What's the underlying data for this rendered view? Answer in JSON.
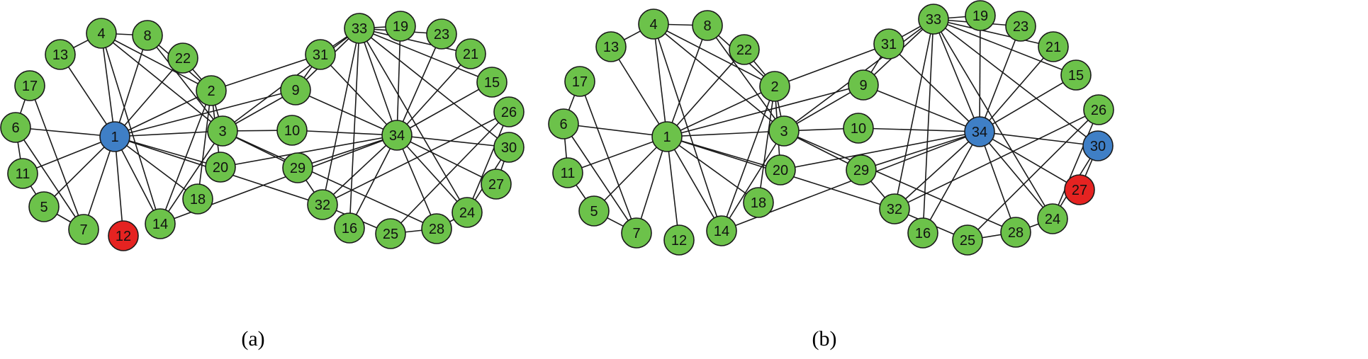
{
  "colors": {
    "default": "#6cc24a",
    "source": "#3f7fc6",
    "target": "#e52321"
  },
  "panels": [
    {
      "caption": "(a)",
      "source_node": "1",
      "target_node": "12",
      "nodes": [
        "1",
        "2",
        "3",
        "4",
        "5",
        "6",
        "7",
        "8",
        "9",
        "10",
        "11",
        "12",
        "13",
        "14",
        "15",
        "16",
        "17",
        "18",
        "19",
        "20",
        "21",
        "22",
        "23",
        "24",
        "25",
        "26",
        "27",
        "28",
        "29",
        "30",
        "31",
        "32",
        "33",
        "34"
      ]
    },
    {
      "caption": "(b)",
      "source_node": "30",
      "target_node": "27",
      "highlight_node": "34",
      "nodes": [
        "1",
        "2",
        "3",
        "4",
        "5",
        "6",
        "7",
        "8",
        "9",
        "10",
        "11",
        "12",
        "13",
        "14",
        "15",
        "16",
        "17",
        "18",
        "19",
        "20",
        "21",
        "22",
        "23",
        "24",
        "25",
        "26",
        "27",
        "28",
        "29",
        "30",
        "31",
        "32",
        "33",
        "34"
      ]
    }
  ],
  "edges": [
    [
      "1",
      "2"
    ],
    [
      "1",
      "3"
    ],
    [
      "1",
      "4"
    ],
    [
      "1",
      "5"
    ],
    [
      "1",
      "6"
    ],
    [
      "1",
      "7"
    ],
    [
      "1",
      "8"
    ],
    [
      "1",
      "9"
    ],
    [
      "1",
      "11"
    ],
    [
      "1",
      "12"
    ],
    [
      "1",
      "13"
    ],
    [
      "1",
      "14"
    ],
    [
      "1",
      "18"
    ],
    [
      "1",
      "20"
    ],
    [
      "1",
      "22"
    ],
    [
      "1",
      "32"
    ],
    [
      "2",
      "3"
    ],
    [
      "2",
      "4"
    ],
    [
      "2",
      "8"
    ],
    [
      "2",
      "14"
    ],
    [
      "2",
      "18"
    ],
    [
      "2",
      "20"
    ],
    [
      "2",
      "22"
    ],
    [
      "2",
      "31"
    ],
    [
      "3",
      "4"
    ],
    [
      "3",
      "8"
    ],
    [
      "3",
      "9"
    ],
    [
      "3",
      "10"
    ],
    [
      "3",
      "14"
    ],
    [
      "3",
      "28"
    ],
    [
      "3",
      "29"
    ],
    [
      "3",
      "33"
    ],
    [
      "4",
      "8"
    ],
    [
      "4",
      "13"
    ],
    [
      "4",
      "14"
    ],
    [
      "5",
      "7"
    ],
    [
      "5",
      "11"
    ],
    [
      "6",
      "7"
    ],
    [
      "6",
      "11"
    ],
    [
      "6",
      "17"
    ],
    [
      "7",
      "17"
    ],
    [
      "9",
      "31"
    ],
    [
      "9",
      "33"
    ],
    [
      "9",
      "34"
    ],
    [
      "10",
      "34"
    ],
    [
      "14",
      "34"
    ],
    [
      "15",
      "33"
    ],
    [
      "15",
      "34"
    ],
    [
      "16",
      "33"
    ],
    [
      "16",
      "34"
    ],
    [
      "19",
      "33"
    ],
    [
      "19",
      "34"
    ],
    [
      "20",
      "34"
    ],
    [
      "21",
      "33"
    ],
    [
      "21",
      "34"
    ],
    [
      "23",
      "33"
    ],
    [
      "23",
      "34"
    ],
    [
      "24",
      "26"
    ],
    [
      "24",
      "28"
    ],
    [
      "24",
      "30"
    ],
    [
      "24",
      "33"
    ],
    [
      "24",
      "34"
    ],
    [
      "25",
      "26"
    ],
    [
      "25",
      "28"
    ],
    [
      "25",
      "32"
    ],
    [
      "26",
      "32"
    ],
    [
      "27",
      "30"
    ],
    [
      "27",
      "34"
    ],
    [
      "28",
      "34"
    ],
    [
      "29",
      "32"
    ],
    [
      "29",
      "34"
    ],
    [
      "30",
      "33"
    ],
    [
      "30",
      "34"
    ],
    [
      "31",
      "33"
    ],
    [
      "31",
      "34"
    ],
    [
      "32",
      "33"
    ],
    [
      "32",
      "34"
    ],
    [
      "33",
      "34"
    ]
  ]
}
